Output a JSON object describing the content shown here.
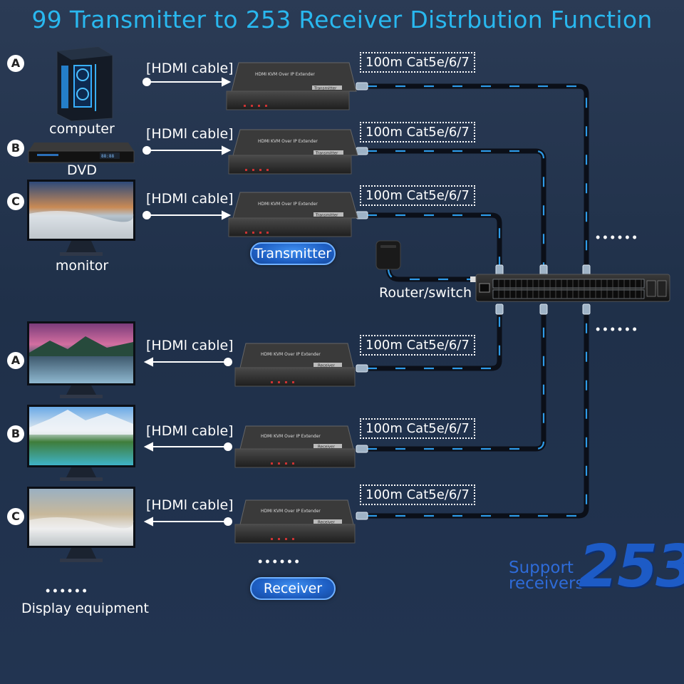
{
  "title": "99 Transmitter to 253 Receiver Distrbution Function",
  "letters": {
    "a": "A",
    "b": "B",
    "c": "C"
  },
  "sources": {
    "computer": "computer",
    "dvd": "DVD",
    "monitor": "monitor"
  },
  "dvd_screen_text": "88:88",
  "cable_label": "[HDMl cable]",
  "network_label": "100m Cat5e/6/7",
  "device_title": "HDMI KVM Over IP Extender",
  "transmitter_tag": "Transmitter",
  "receiver_tag": "Receiver",
  "transmitter_button": "Transmitter",
  "receiver_button": "Receiver",
  "router_label": "Router/switch",
  "display_label": "Display equipment",
  "ellipsis": "••••••",
  "support_line1": "Support",
  "support_line2": "receivers",
  "support_number": "253",
  "colors": {
    "title": "#29b8ef",
    "cable_blue": "#2e9be8",
    "pill": "#1e5fc4",
    "accent_number": "#1d5bc6"
  }
}
